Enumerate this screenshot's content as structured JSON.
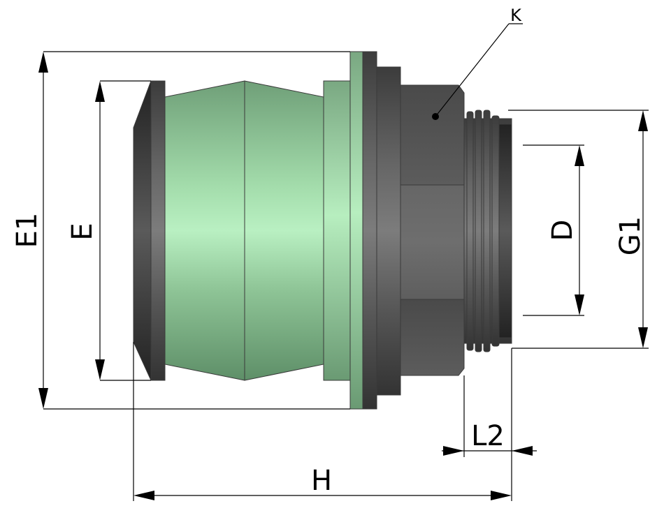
{
  "labels": {
    "e1": "E1",
    "e": "E",
    "d": "D",
    "g1": "G1",
    "h": "H",
    "l2": "L2",
    "k": "K"
  },
  "colors": {
    "green_light": "#b9f0c2",
    "green_mid": "#8ec496",
    "green_dark": "#5e8f68",
    "metal_light": "#7a7a7a",
    "metal_mid": "#555555",
    "metal_dark": "#2e2e2e",
    "line": "#000000"
  }
}
